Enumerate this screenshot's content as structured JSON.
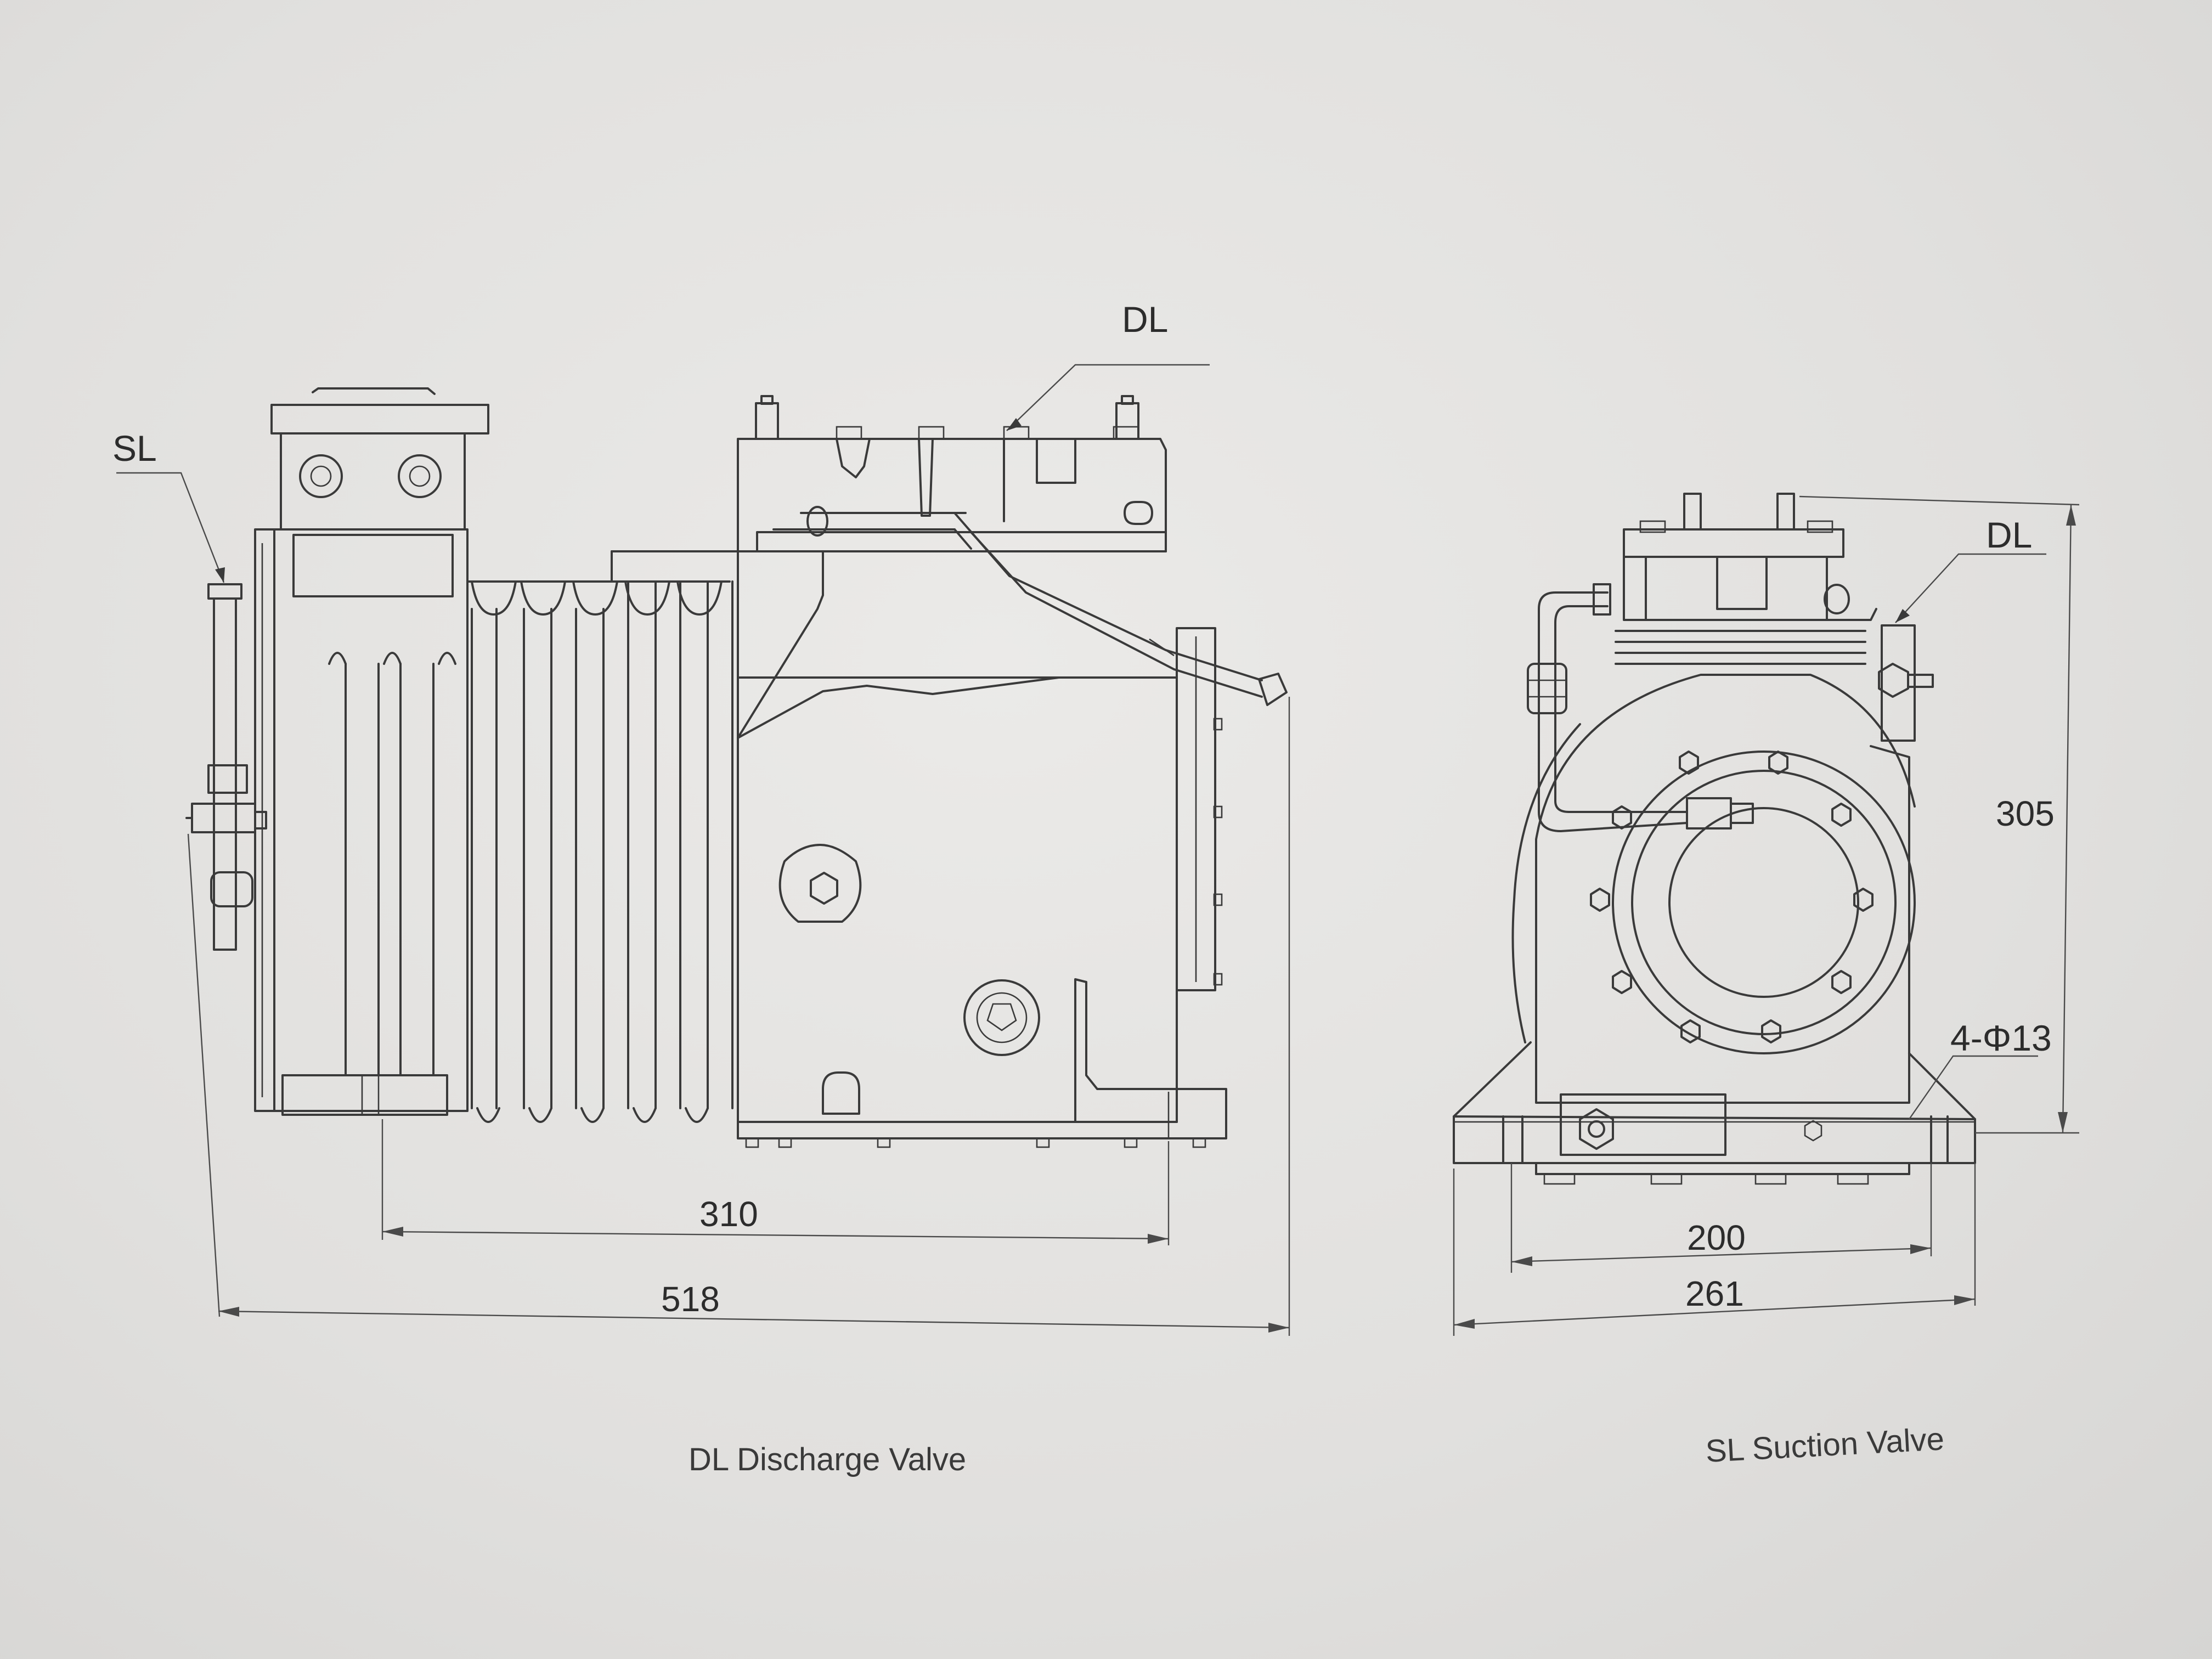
{
  "side_view": {
    "callouts": {
      "suction": "SL",
      "discharge": "DL"
    },
    "dimensions": {
      "inner_length": "310",
      "overall_length": "518"
    },
    "caption": "DL Discharge Valve"
  },
  "end_view": {
    "callouts": {
      "discharge": "DL"
    },
    "dimensions": {
      "height": "305",
      "mount_holes": "4-Φ13",
      "inner_width": "200",
      "overall_width": "261"
    },
    "caption": "SL Suction Valve"
  }
}
